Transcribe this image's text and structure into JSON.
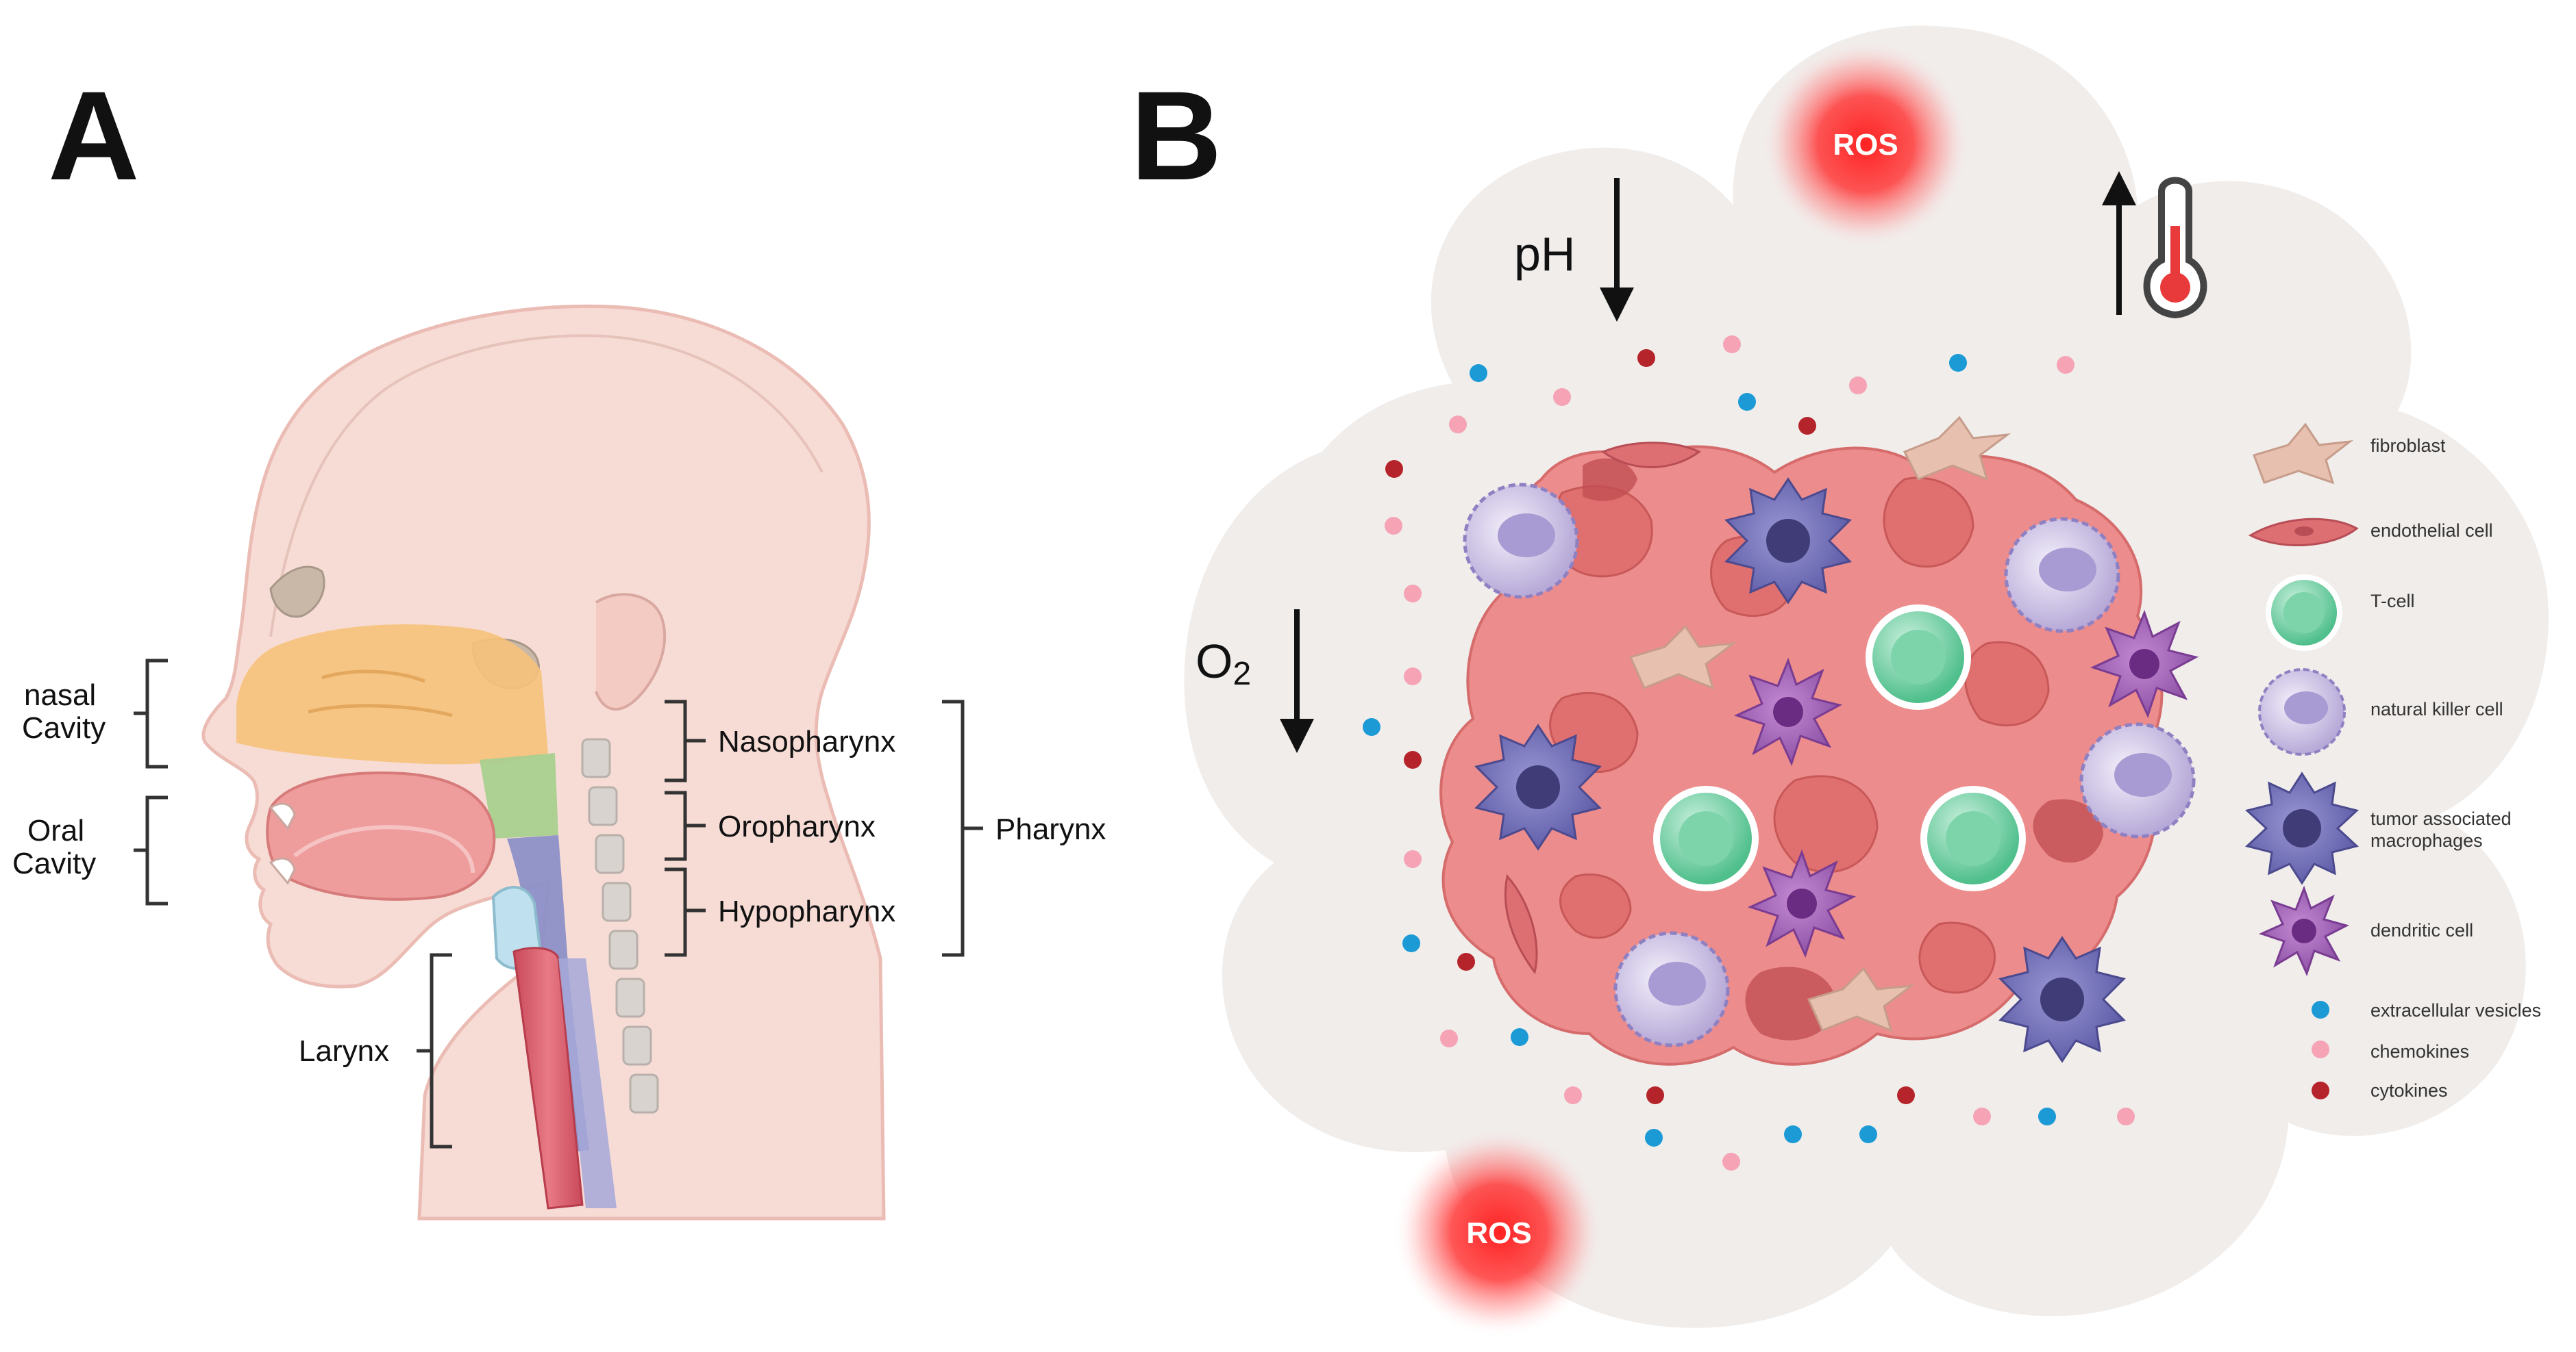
{
  "panel_a": {
    "letter": "A",
    "left_labels": {
      "nasal_line1": "nasal",
      "nasal_line2": "Cavity",
      "oral_line1": "Oral",
      "oral_line2": "Cavity",
      "larynx": "Larynx"
    },
    "pharynx_parts": [
      "Nasopharynx",
      "Oropharynx",
      "Hypopharynx"
    ],
    "pharynx": "Pharynx",
    "region_colors": {
      "nasal": "#f6c27a",
      "oro": "#a9cf8f",
      "hypo": "#8d8fc7",
      "skin": "#f7d9d4",
      "outline": "#e8b8b2"
    }
  },
  "panel_b": {
    "letter": "B",
    "ros_top": "ROS",
    "ros_bottom": "ROS",
    "ph_label": "pH",
    "o2_main": "O",
    "o2_sub": "2",
    "ph_arrow": "down",
    "o2_arrow": "down",
    "temperature_arrow": "up",
    "icons": [
      "thermometer-icon",
      "down-arrow-icon",
      "up-arrow-icon"
    ],
    "colors": {
      "cloud": "#f0edeb",
      "ros_glow": "#ff2e2e",
      "tumor": "#ec8c8c",
      "tumor_dark": "#d8605e",
      "extracellular_vesicles": "#1b9ad6",
      "chemokines": "#f5a3b5",
      "cytokines": "#b5242a"
    },
    "legend": [
      {
        "label": "fibroblast",
        "icon": "fibroblast-icon"
      },
      {
        "label": "endothelial cell",
        "icon": "endothelial-cell-icon"
      },
      {
        "label": "T-cell",
        "icon": "t-cell-icon"
      },
      {
        "label": "natural killer cell",
        "icon": "nk-cell-icon"
      },
      {
        "label_line1": "tumor associated",
        "label_line2": "macrophages",
        "icon": "macrophage-icon"
      },
      {
        "label": "dendritic cell",
        "icon": "dendritic-cell-icon"
      },
      {
        "label": "extracellular vesicles",
        "icon": "vesicle-dot-icon"
      },
      {
        "label": "chemokines",
        "icon": "chemokine-dot-icon"
      },
      {
        "label": "cytokines",
        "icon": "cytokine-dot-icon"
      }
    ]
  }
}
